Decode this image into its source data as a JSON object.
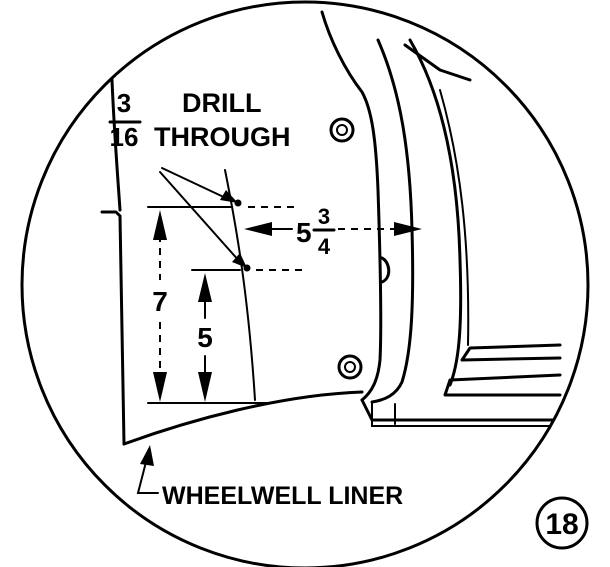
{
  "callout": {
    "fraction_num": "3",
    "fraction_den": "16",
    "word_drill": "DRILL",
    "word_through": "THROUGH"
  },
  "dimensions": {
    "horizontal_whole": "5",
    "horizontal_num": "3",
    "horizontal_den": "4",
    "vertical_outer": "7",
    "vertical_inner": "5"
  },
  "part_label": "WHEELWELL LINER",
  "step_number": "18"
}
